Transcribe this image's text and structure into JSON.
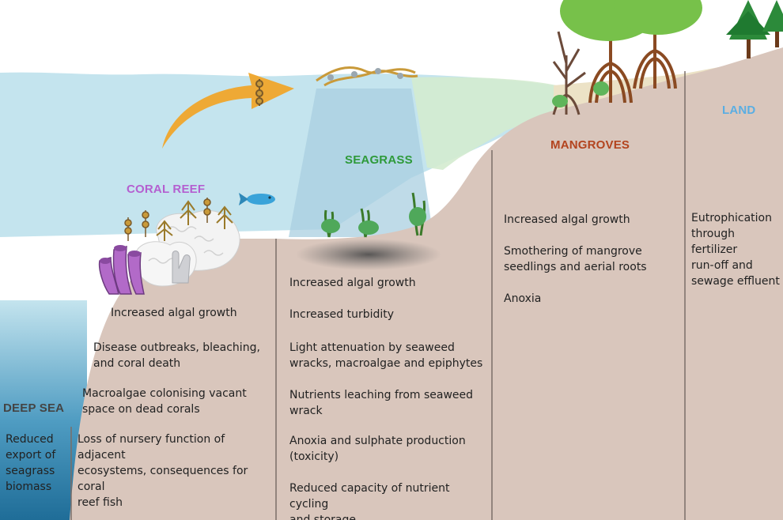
{
  "zones": {
    "deep_sea": {
      "title": "DEEP SEA",
      "color": "#444444",
      "impacts": [
        "Reduced\nexport of\nseagrass\nbiomass"
      ]
    },
    "coral_reef": {
      "title": "CORAL REEF",
      "color": "#b45fd0",
      "impacts": [
        "Increased algal growth",
        "Disease outbreaks, bleaching,\nand coral death",
        "Macroalgae colonising vacant\nspace on dead corals",
        "Loss of nursery function of adjacent\necosystems, consequences for coral\nreef fish"
      ]
    },
    "seagrass": {
      "title": "SEAGRASS",
      "color": "#2e9a3a",
      "impacts": [
        "Increased algal growth",
        "Increased turbidity",
        "Light attenuation by seaweed\nwracks, macroalgae and epiphytes",
        "Nutrients leaching from seaweed\nwrack",
        "Anoxia and sulphate production\n(toxicity)",
        "Reduced capacity of nutrient cycling\nand storage"
      ]
    },
    "mangroves": {
      "title": "MANGROVES",
      "color": "#b3441e",
      "impacts": [
        "Increased algal growth",
        "Smothering of mangrove\nseedlings and aerial roots",
        "Anoxia"
      ]
    },
    "land": {
      "title": "LAND",
      "color": "#5aaee3",
      "impacts": [
        "Eutrophication\nthrough fertilizer\nrun-off and\nsewage effluent"
      ]
    }
  },
  "colors": {
    "water": "#c4e4ee",
    "deep_water": "#2a7aa4",
    "sediment": "#d9c6bc",
    "divider": "#7a6e68",
    "shadow": "#5f5f5f",
    "arrow": "#f0a52a",
    "seaweed": "#c99a3a",
    "mangrove_root": "#8a4a22",
    "foliage": "#77c14a",
    "land_tree": "#2c8a3a",
    "coral_purple": "#b26ac8",
    "fish": "#3aa3d9"
  }
}
